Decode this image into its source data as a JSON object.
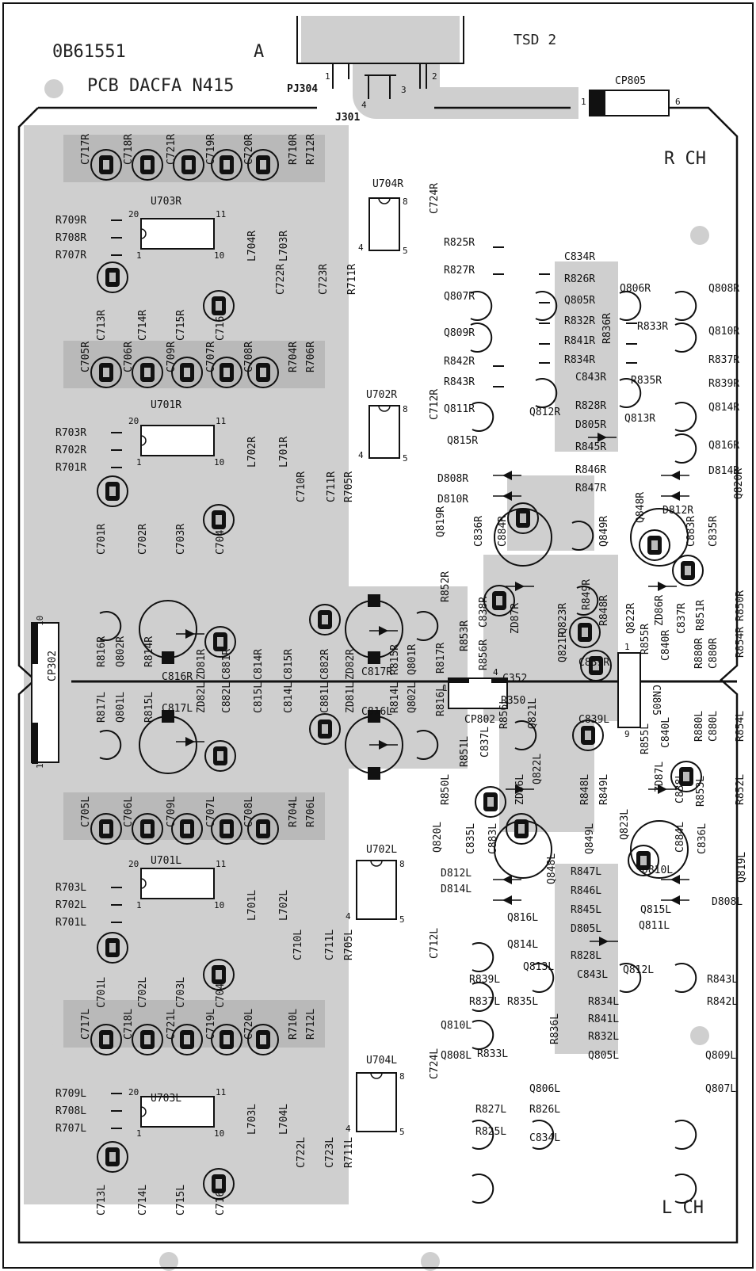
{
  "header": {
    "doc_code": "0B61551",
    "revision": "A",
    "board_name": "PCB DACFA N415",
    "top_connector": "TSD 2"
  },
  "channels": {
    "right": "R CH",
    "left": "L CH"
  },
  "connectors": {
    "pj": "PJ304",
    "j": "J301",
    "cp805": "CP805",
    "cp302": "CP302",
    "cp802": "CP802",
    "cn805": "CN805"
  },
  "pins": {
    "pj_1": "1",
    "pj_2": "2",
    "pj_3": "3",
    "pj_4": "4",
    "cp805_1": "1",
    "cp805_6": "6",
    "cp302_10": "10",
    "cp302_1": "1",
    "cp802_1": "1",
    "cp802_4": "4",
    "cn805_1": "1",
    "cn805_9": "9"
  },
  "ic_pins": {
    "p20": "20",
    "p11": "11",
    "p1": "1",
    "p10": "10",
    "p8": "8",
    "p4": "4",
    "p5": "5"
  },
  "ics": {
    "u703r": "U703R",
    "u701r": "U701R",
    "u704r": "U704R",
    "u702r": "U702R",
    "u701l": "U701L",
    "u703l": "U703L",
    "u702l": "U702L",
    "u704l": "U704L"
  },
  "parts": [
    {
      "id": "C717R",
      "t": "C717R"
    },
    {
      "id": "C718R",
      "t": "C718R"
    },
    {
      "id": "C721R",
      "t": "C721R"
    },
    {
      "id": "C719R",
      "t": "C719R"
    },
    {
      "id": "C720R",
      "t": "C720R"
    },
    {
      "id": "R710R",
      "t": "R710R"
    },
    {
      "id": "R712R",
      "t": "R712R"
    },
    {
      "id": "R709R",
      "t": "R709R"
    },
    {
      "id": "R708R",
      "t": "R708R"
    },
    {
      "id": "R707R",
      "t": "R707R"
    },
    {
      "id": "L704R",
      "t": "L704R"
    },
    {
      "id": "L703R",
      "t": "L703R"
    },
    {
      "id": "C722R",
      "t": "C722R"
    },
    {
      "id": "C723R",
      "t": "C723R"
    },
    {
      "id": "R711R",
      "t": "R711R"
    },
    {
      "id": "C724R",
      "t": "C724R"
    },
    {
      "id": "C713R",
      "t": "C713R"
    },
    {
      "id": "C714R",
      "t": "C714R"
    },
    {
      "id": "C715R",
      "t": "C715R"
    },
    {
      "id": "C716R",
      "t": "C716R"
    },
    {
      "id": "C705R",
      "t": "C705R"
    },
    {
      "id": "C706R",
      "t": "C706R"
    },
    {
      "id": "C709R",
      "t": "C709R"
    },
    {
      "id": "C707R",
      "t": "C707R"
    },
    {
      "id": "C708R",
      "t": "C708R"
    },
    {
      "id": "R704R",
      "t": "R704R"
    },
    {
      "id": "R706R",
      "t": "R706R"
    },
    {
      "id": "R703R",
      "t": "R703R"
    },
    {
      "id": "R702R",
      "t": "R702R"
    },
    {
      "id": "R701R",
      "t": "R701R"
    },
    {
      "id": "L702R",
      "t": "L702R"
    },
    {
      "id": "L701R",
      "t": "L701R"
    },
    {
      "id": "C710R",
      "t": "C710R"
    },
    {
      "id": "C711R",
      "t": "C711R"
    },
    {
      "id": "R705R",
      "t": "R705R"
    },
    {
      "id": "C712R",
      "t": "C712R"
    },
    {
      "id": "C701R",
      "t": "C701R"
    },
    {
      "id": "C702R",
      "t": "C702R"
    },
    {
      "id": "C703R",
      "t": "C703R"
    },
    {
      "id": "C704R",
      "t": "C704R"
    },
    {
      "id": "R825R",
      "t": "R825R"
    },
    {
      "id": "C834R",
      "t": "C834R"
    },
    {
      "id": "R827R",
      "t": "R827R"
    },
    {
      "id": "R826R",
      "t": "R826R"
    },
    {
      "id": "Q807R",
      "t": "Q807R"
    },
    {
      "id": "Q805R",
      "t": "Q805R"
    },
    {
      "id": "Q806R",
      "t": "Q806R"
    },
    {
      "id": "Q808R",
      "t": "Q808R"
    },
    {
      "id": "R832R",
      "t": "R832R"
    },
    {
      "id": "R833R",
      "t": "R833R"
    },
    {
      "id": "Q810R",
      "t": "Q810R"
    },
    {
      "id": "Q809R",
      "t": "Q809R"
    },
    {
      "id": "R841R",
      "t": "R841R"
    },
    {
      "id": "R836R",
      "t": "R836R"
    },
    {
      "id": "R834R",
      "t": "R834R"
    },
    {
      "id": "R837R",
      "t": "R837R"
    },
    {
      "id": "R842R",
      "t": "R842R"
    },
    {
      "id": "C843R",
      "t": "C843R"
    },
    {
      "id": "R835R",
      "t": "R835R"
    },
    {
      "id": "R839R",
      "t": "R839R"
    },
    {
      "id": "R843R",
      "t": "R843R"
    },
    {
      "id": "R828R",
      "t": "R828R"
    },
    {
      "id": "Q814R",
      "t": "Q814R"
    },
    {
      "id": "Q811R",
      "t": "Q811R"
    },
    {
      "id": "Q812R",
      "t": "Q812R"
    },
    {
      "id": "Q813R",
      "t": "Q813R"
    },
    {
      "id": "D805R",
      "t": "D805R"
    },
    {
      "id": "Q815R",
      "t": "Q815R"
    },
    {
      "id": "R845R",
      "t": "R845R"
    },
    {
      "id": "Q816R",
      "t": "Q816R"
    },
    {
      "id": "R846R",
      "t": "R846R"
    },
    {
      "id": "D814R",
      "t": "D814R"
    },
    {
      "id": "D808R",
      "t": "D808R"
    },
    {
      "id": "R847R",
      "t": "R847R"
    },
    {
      "id": "D810R",
      "t": "D810R"
    },
    {
      "id": "D812R",
      "t": "D812R"
    },
    {
      "id": "Q820R",
      "t": "Q820R"
    },
    {
      "id": "Q819R",
      "t": "Q819R"
    },
    {
      "id": "C836R",
      "t": "C836R"
    },
    {
      "id": "C884R",
      "t": "C884R"
    },
    {
      "id": "Q849R",
      "t": "Q849R"
    },
    {
      "id": "Q848R",
      "t": "Q848R"
    },
    {
      "id": "C883R",
      "t": "C883R"
    },
    {
      "id": "C835R",
      "t": "C835R"
    },
    {
      "id": "R852R",
      "t": "R852R"
    },
    {
      "id": "C838R",
      "t": "C838R"
    },
    {
      "id": "ZD87R",
      "t": "ZD87R"
    },
    {
      "id": "R849R",
      "t": "R849R"
    },
    {
      "id": "R848R",
      "t": "R848R"
    },
    {
      "id": "ZD86R",
      "t": "ZD86R"
    },
    {
      "id": "C837R",
      "t": "C837R"
    },
    {
      "id": "R851R",
      "t": "R851R"
    },
    {
      "id": "R850R",
      "t": "R850R"
    },
    {
      "id": "R853R",
      "t": "R853R"
    },
    {
      "id": "Q823R",
      "t": "Q823R"
    },
    {
      "id": "Q822R",
      "t": "Q822R"
    },
    {
      "id": "R855R",
      "t": "R855R"
    },
    {
      "id": "C840R",
      "t": "C840R"
    },
    {
      "id": "R880R",
      "t": "R880R"
    },
    {
      "id": "C880R",
      "t": "C880R"
    },
    {
      "id": "R854R",
      "t": "R854R"
    },
    {
      "id": "R856R",
      "t": "R856R"
    },
    {
      "id": "Q821R",
      "t": "Q821R"
    },
    {
      "id": "C839R",
      "t": "C839R"
    },
    {
      "id": "C352",
      "t": "C352"
    },
    {
      "id": "R350",
      "t": "R350"
    },
    {
      "id": "R816R",
      "t": "R816R"
    },
    {
      "id": "Q802R",
      "t": "Q802R"
    },
    {
      "id": "R814R",
      "t": "R814R"
    },
    {
      "id": "C816R",
      "t": "C816R"
    },
    {
      "id": "ZD81R",
      "t": "ZD81R"
    },
    {
      "id": "C881R",
      "t": "C881R"
    },
    {
      "id": "C814R",
      "t": "C814R"
    },
    {
      "id": "C815R",
      "t": "C815R"
    },
    {
      "id": "C882R",
      "t": "C882R"
    },
    {
      "id": "ZD82R",
      "t": "ZD82R"
    },
    {
      "id": "C817R",
      "t": "C817R"
    },
    {
      "id": "R815R",
      "t": "R815R"
    },
    {
      "id": "Q801R",
      "t": "Q801R"
    },
    {
      "id": "R817R",
      "t": "R817R"
    },
    {
      "id": "R817L",
      "t": "R817L"
    },
    {
      "id": "Q801L",
      "t": "Q801L"
    },
    {
      "id": "R815L",
      "t": "R815L"
    },
    {
      "id": "C817L",
      "t": "C817L"
    },
    {
      "id": "ZD82L",
      "t": "ZD82L"
    },
    {
      "id": "C882L",
      "t": "C882L"
    },
    {
      "id": "C815L",
      "t": "C815L"
    },
    {
      "id": "C814L",
      "t": "C814L"
    },
    {
      "id": "C881L",
      "t": "C881L"
    },
    {
      "id": "ZD81L",
      "t": "ZD81L"
    },
    {
      "id": "C816L",
      "t": "C816L"
    },
    {
      "id": "R814L",
      "t": "R814L"
    },
    {
      "id": "Q802L",
      "t": "Q802L"
    },
    {
      "id": "R816L",
      "t": "R816L"
    },
    {
      "id": "R851L",
      "t": "R851L"
    },
    {
      "id": "C837L",
      "t": "C837L"
    },
    {
      "id": "R856L",
      "t": "R856L"
    },
    {
      "id": "Q821L",
      "t": "Q821L"
    },
    {
      "id": "C839L",
      "t": "C839L"
    },
    {
      "id": "R855L",
      "t": "R855L"
    },
    {
      "id": "C840L",
      "t": "C840L"
    },
    {
      "id": "R880L",
      "t": "R880L"
    },
    {
      "id": "C880L",
      "t": "C880L"
    },
    {
      "id": "R854L",
      "t": "R854L"
    },
    {
      "id": "R850L",
      "t": "R850L"
    },
    {
      "id": "ZD86L",
      "t": "ZD86L"
    },
    {
      "id": "Q822L",
      "t": "Q822L"
    },
    {
      "id": "R848L",
      "t": "R848L"
    },
    {
      "id": "R849L",
      "t": "R849L"
    },
    {
      "id": "ZD87L",
      "t": "ZD87L"
    },
    {
      "id": "C838L",
      "t": "C838L"
    },
    {
      "id": "R853L",
      "t": "R853L"
    },
    {
      "id": "R852L",
      "t": "R852L"
    },
    {
      "id": "C705L",
      "t": "C705L"
    },
    {
      "id": "C706L",
      "t": "C706L"
    },
    {
      "id": "C709L",
      "t": "C709L"
    },
    {
      "id": "C707L",
      "t": "C707L"
    },
    {
      "id": "C708L",
      "t": "C708L"
    },
    {
      "id": "R704L",
      "t": "R704L"
    },
    {
      "id": "R706L",
      "t": "R706L"
    },
    {
      "id": "Q820L",
      "t": "Q820L"
    },
    {
      "id": "C835L",
      "t": "C835L"
    },
    {
      "id": "C883L",
      "t": "C883L"
    },
    {
      "id": "Q849L",
      "t": "Q849L"
    },
    {
      "id": "Q823L",
      "t": "Q823L"
    },
    {
      "id": "C884L",
      "t": "C884L"
    },
    {
      "id": "C836L",
      "t": "C836L"
    },
    {
      "id": "Q819L",
      "t": "Q819L"
    },
    {
      "id": "R703L",
      "t": "R703L"
    },
    {
      "id": "R702L",
      "t": "R702L"
    },
    {
      "id": "R701L",
      "t": "R701L"
    },
    {
      "id": "L701L",
      "t": "L701L"
    },
    {
      "id": "L702L",
      "t": "L702L"
    },
    {
      "id": "C710L",
      "t": "C710L"
    },
    {
      "id": "C711L",
      "t": "C711L"
    },
    {
      "id": "R705L",
      "t": "R705L"
    },
    {
      "id": "C712L",
      "t": "C712L"
    },
    {
      "id": "D812L",
      "t": "D812L"
    },
    {
      "id": "D814L",
      "t": "D814L"
    },
    {
      "id": "Q848L",
      "t": "Q848L"
    },
    {
      "id": "R847L",
      "t": "R847L"
    },
    {
      "id": "R846L",
      "t": "R846L"
    },
    {
      "id": "R845L",
      "t": "R845L"
    },
    {
      "id": "D810L",
      "t": "D810L"
    },
    {
      "id": "D808L",
      "t": "D808L"
    },
    {
      "id": "Q815L",
      "t": "Q815L"
    },
    {
      "id": "Q811L",
      "t": "Q811L"
    },
    {
      "id": "Q816L",
      "t": "Q816L"
    },
    {
      "id": "D805L",
      "t": "D805L"
    },
    {
      "id": "Q814L",
      "t": "Q814L"
    },
    {
      "id": "R828L",
      "t": "R828L"
    },
    {
      "id": "C701L",
      "t": "C701L"
    },
    {
      "id": "C702L",
      "t": "C702L"
    },
    {
      "id": "C703L",
      "t": "C703L"
    },
    {
      "id": "C704L",
      "t": "C704L"
    },
    {
      "id": "R839L",
      "t": "R839L"
    },
    {
      "id": "Q813L",
      "t": "Q813L"
    },
    {
      "id": "C843L",
      "t": "C843L"
    },
    {
      "id": "Q812L",
      "t": "Q812L"
    },
    {
      "id": "R843L",
      "t": "R843L"
    },
    {
      "id": "R837L",
      "t": "R837L"
    },
    {
      "id": "R835L",
      "t": "R835L"
    },
    {
      "id": "R834L",
      "t": "R834L"
    },
    {
      "id": "R842L",
      "t": "R842L"
    },
    {
      "id": "C717L",
      "t": "C717L"
    },
    {
      "id": "C718L",
      "t": "C718L"
    },
    {
      "id": "C721L",
      "t": "C721L"
    },
    {
      "id": "C719L",
      "t": "C719L"
    },
    {
      "id": "C720L",
      "t": "C720L"
    },
    {
      "id": "R710L",
      "t": "R710L"
    },
    {
      "id": "R712L",
      "t": "R712L"
    },
    {
      "id": "R841L",
      "t": "R841L"
    },
    {
      "id": "Q810L",
      "t": "Q810L"
    },
    {
      "id": "R836L",
      "t": "R836L"
    },
    {
      "id": "R832L",
      "t": "R832L"
    },
    {
      "id": "Q808L",
      "t": "Q808L"
    },
    {
      "id": "R833L",
      "t": "R833L"
    },
    {
      "id": "Q805L",
      "t": "Q805L"
    },
    {
      "id": "Q809L",
      "t": "Q809L"
    },
    {
      "id": "R709L",
      "t": "R709L"
    },
    {
      "id": "R708L",
      "t": "R708L"
    },
    {
      "id": "R707L",
      "t": "R707L"
    },
    {
      "id": "C724L",
      "t": "C724L"
    },
    {
      "id": "Q806L",
      "t": "Q806L"
    },
    {
      "id": "Q807L",
      "t": "Q807L"
    },
    {
      "id": "L703L",
      "t": "L703L"
    },
    {
      "id": "L704L",
      "t": "L704L"
    },
    {
      "id": "C722L",
      "t": "C722L"
    },
    {
      "id": "C723L",
      "t": "C723L"
    },
    {
      "id": "R711L",
      "t": "R711L"
    },
    {
      "id": "R827L",
      "t": "R827L"
    },
    {
      "id": "R826L",
      "t": "R826L"
    },
    {
      "id": "R825L",
      "t": "R825L"
    },
    {
      "id": "C834L",
      "t": "C834L"
    },
    {
      "id": "C713L",
      "t": "C713L"
    },
    {
      "id": "C714L",
      "t": "C714L"
    },
    {
      "id": "C715L",
      "t": "C715L"
    },
    {
      "id": "C716L",
      "t": "C716L"
    }
  ]
}
